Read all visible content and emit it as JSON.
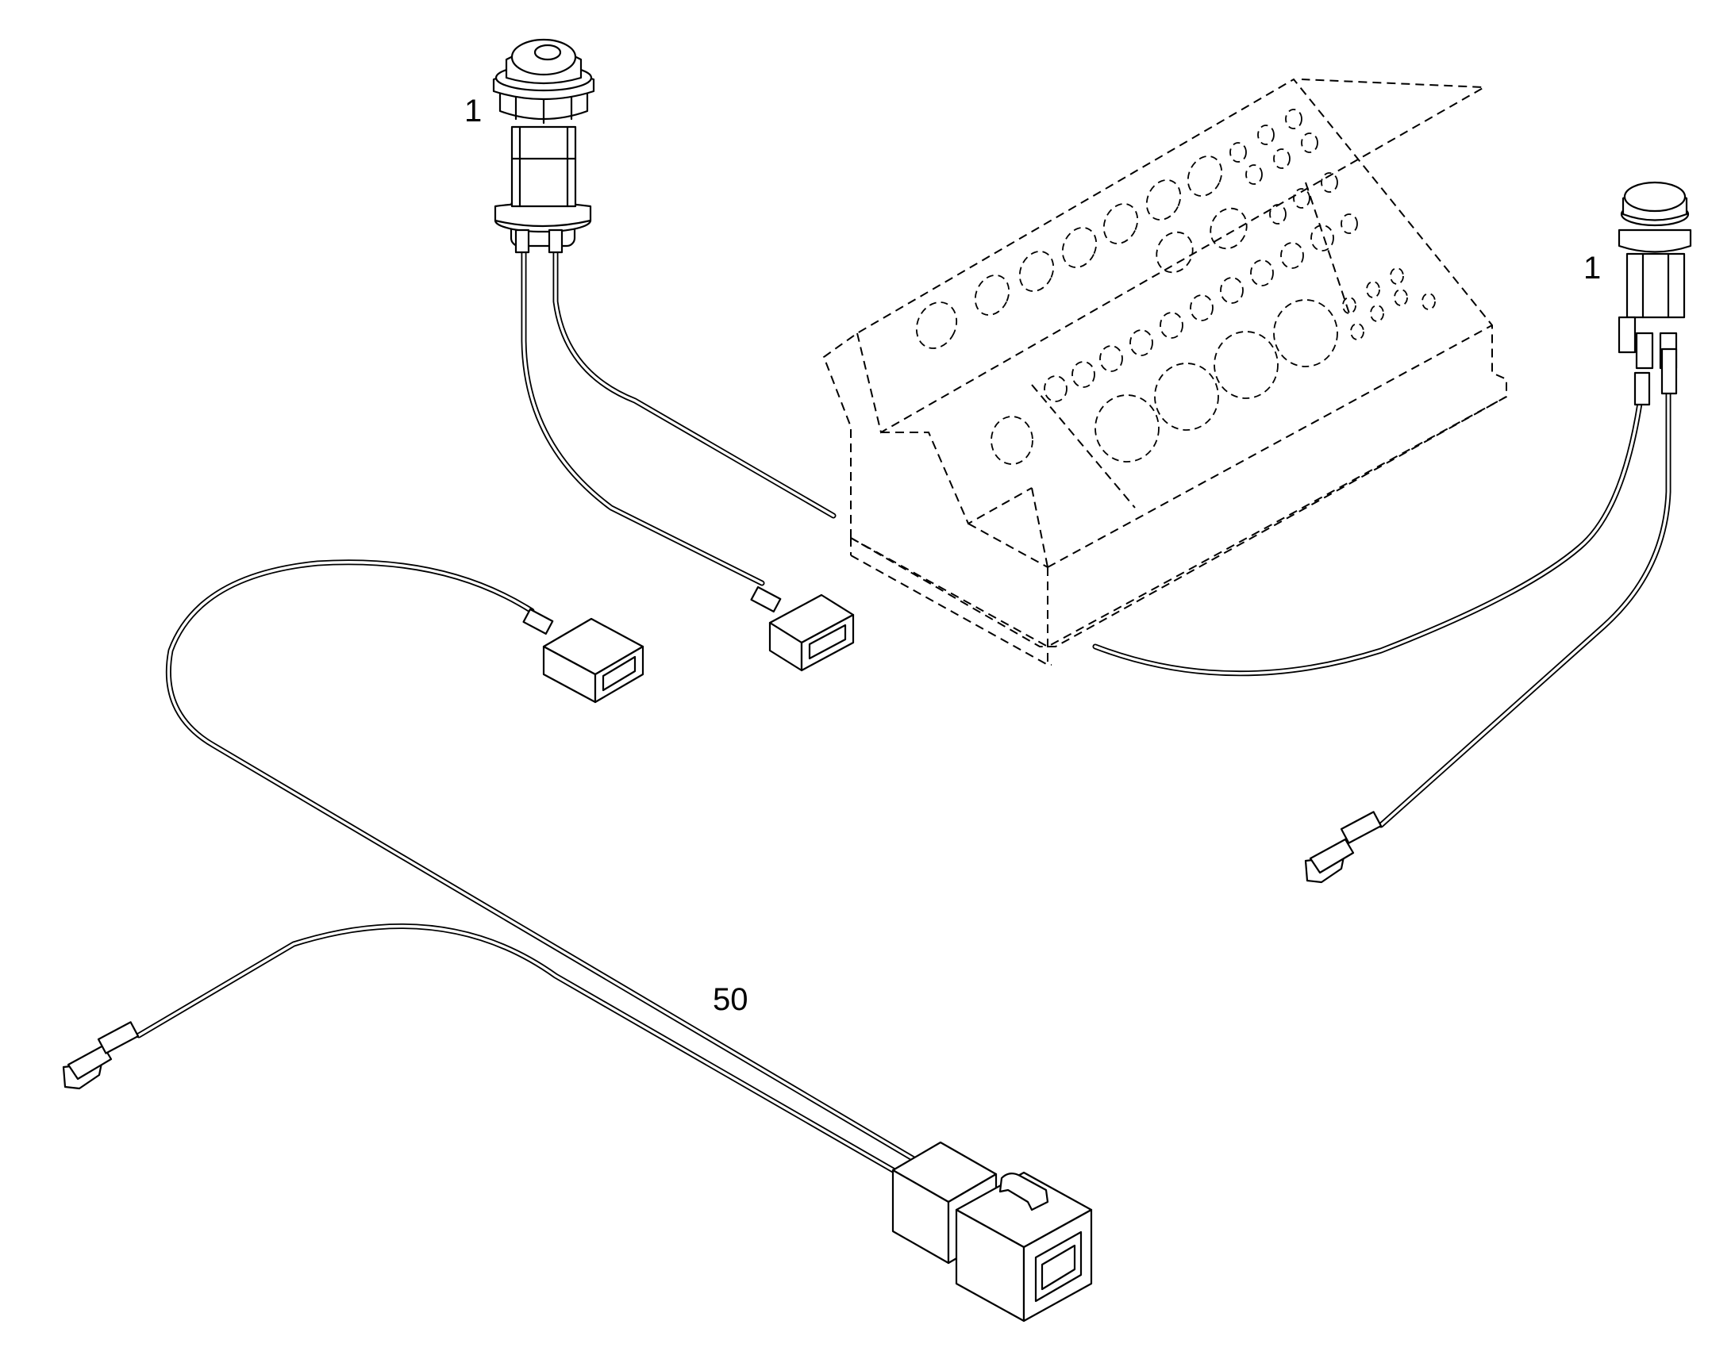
{
  "callouts": {
    "pushbutton_switch": "1",
    "indicator_lamp": "1",
    "wire_harness": "50"
  }
}
